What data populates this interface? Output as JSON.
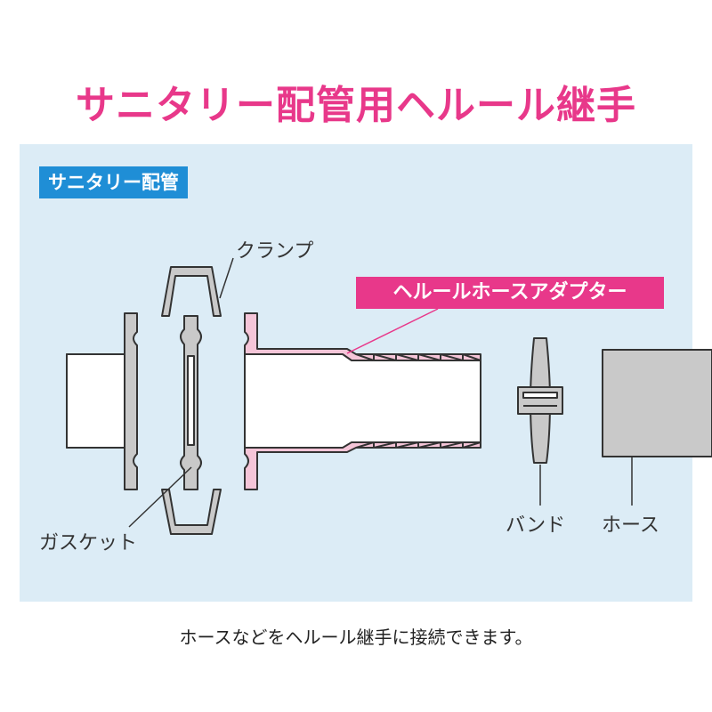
{
  "title": "サニタリー配管用ヘルール継手",
  "section_label": "サニタリー配管",
  "labels": {
    "clamp": "クランプ",
    "adapter": "ヘルールホースアダプター",
    "gasket": "ガスケット",
    "band": "バンド",
    "hose": "ホース"
  },
  "caption": "ホースなどをヘルール継手に接続できます。",
  "colors": {
    "title": "#e8388a",
    "panel": "#dcecf6",
    "section_label_bg": "#1f8ed6",
    "adapter_label_bg": "#e8388a",
    "part_gray": "#c9c9c9",
    "adapter_pink": "#f5c5d8",
    "outline": "#333333"
  }
}
